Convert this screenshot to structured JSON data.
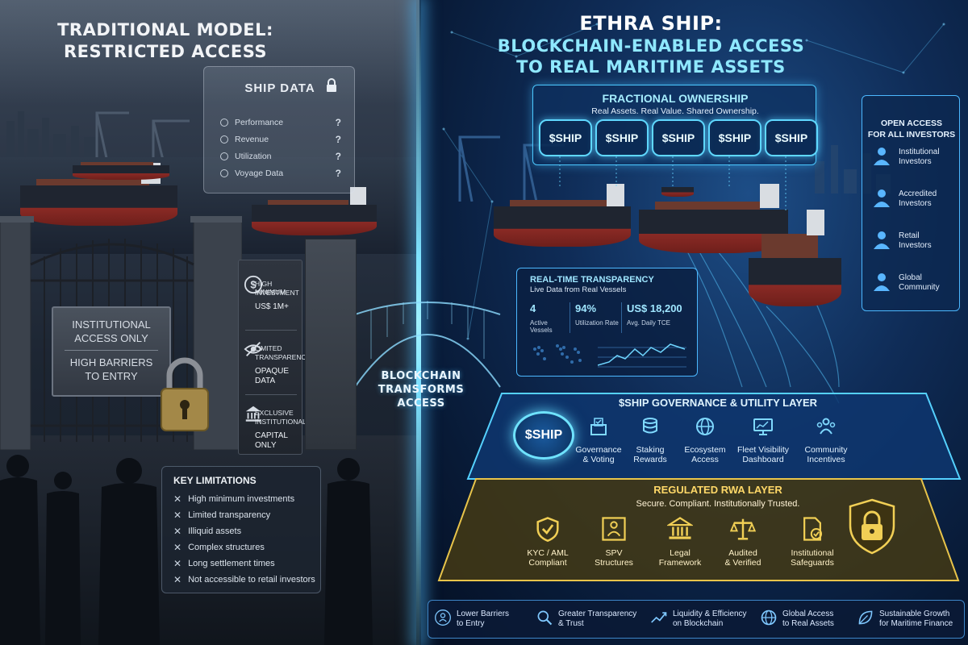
{
  "left": {
    "title_line1": "TRADITIONAL MODEL:",
    "title_line2": "RESTRICTED ACCESS",
    "ship_data": {
      "title": "SHIP DATA",
      "rows": [
        {
          "label": "Performance",
          "value": "?"
        },
        {
          "label": "Revenue",
          "value": "?"
        },
        {
          "label": "Utilization",
          "value": "?"
        },
        {
          "label": "Voyage Data",
          "value": "?"
        }
      ]
    },
    "gate_sign": {
      "line1": "INSTITUTIONAL",
      "line2": "ACCESS ONLY",
      "line3": "HIGH BARRIERS",
      "line4": "TO ENTRY"
    },
    "pillars": [
      {
        "line1": "HIGH MINIMUM",
        "line2": "INVESTMENT",
        "line3": "US$ 1M+",
        "icon": "dollar-icon"
      },
      {
        "line1": "LIMITED",
        "line2": "TRANSPARENCY",
        "line3": "OPAQUE DATA",
        "icon": "eye-slash-icon"
      },
      {
        "line1": "EXCLUSIVE",
        "line2": "INSTITUTIONAL",
        "line3": "CAPITAL ONLY",
        "icon": "bank-icon"
      }
    ],
    "limitations": {
      "title": "KEY LIMITATIONS",
      "items": [
        "High minimum investments",
        "Limited transparency",
        "Illiquid assets",
        "Complex structures",
        "Long settlement times",
        "Not accessible to retail investors"
      ]
    }
  },
  "center": {
    "line1": "BLOCKCHAIN",
    "line2": "TRANSFORMS",
    "line3": "ACCESS"
  },
  "right": {
    "title_line1": "ETHRA SHIP:",
    "title_line2": "BLOCKCHAIN-ENABLED ACCESS",
    "title_line3": "TO REAL MARITIME ASSETS",
    "fractional": {
      "title": "FRACTIONAL OWNERSHIP",
      "subtitle": "Real Assets. Real Value. Shared Ownership.",
      "tokens": [
        "$SHIP",
        "$SHIP",
        "$SHIP",
        "$SHIP",
        "$SHIP"
      ]
    },
    "open_access": {
      "title_line1": "OPEN ACCESS",
      "title_line2": "FOR ALL INVESTORS",
      "items": [
        {
          "line1": "Institutional",
          "line2": "Investors"
        },
        {
          "line1": "Accredited",
          "line2": "Investors"
        },
        {
          "line1": "Retail",
          "line2": "Investors"
        },
        {
          "line1": "Global",
          "line2": "Community"
        }
      ]
    },
    "transparency": {
      "title": "REAL-TIME TRANSPARENCY",
      "subtitle": "Live Data from Real Vessels",
      "stats": [
        {
          "value": "4",
          "label": "Active Vessels"
        },
        {
          "value": "94%",
          "label": "Utilization Rate"
        },
        {
          "value": "US$ 18,200",
          "label": "Avg. Daily TCE"
        }
      ]
    },
    "governance": {
      "title": "$SHIP GOVERNANCE & UTILITY LAYER",
      "token": "$SHIP",
      "items": [
        {
          "line1": "Governance",
          "line2": "& Voting",
          "icon": "ballot-box-icon"
        },
        {
          "line1": "Staking",
          "line2": "Rewards",
          "icon": "coin-stack-icon"
        },
        {
          "line1": "Ecosystem",
          "line2": "Access",
          "icon": "globe-icon"
        },
        {
          "line1": "Fleet Visibility",
          "line2": "Dashboard",
          "icon": "monitor-icon"
        },
        {
          "line1": "Community",
          "line2": "Incentives",
          "icon": "people-icon"
        }
      ]
    },
    "rwa": {
      "title": "REGULATED RWA LAYER",
      "subtitle": "Secure. Compliant. Institutionally Trusted.",
      "items": [
        {
          "line1": "KYC / AML",
          "line2": "Compliant",
          "icon": "shield-check-icon"
        },
        {
          "line1": "SPV",
          "line2": "Structures",
          "icon": "org-chart-icon"
        },
        {
          "line1": "Legal",
          "line2": "Framework",
          "icon": "courthouse-icon"
        },
        {
          "line1": "Audited",
          "line2": "& Verified",
          "icon": "scales-icon"
        },
        {
          "line1": "Institutional",
          "line2": "Safeguards",
          "icon": "document-check-icon"
        }
      ]
    },
    "benefits": [
      {
        "line1": "Lower Barriers",
        "line2": "to Entry",
        "icon": "person-up-icon"
      },
      {
        "line1": "Greater Transparency",
        "line2": "& Trust",
        "icon": "magnifier-icon"
      },
      {
        "line1": "Liquidity & Efficiency",
        "line2": "on Blockchain",
        "icon": "trend-icon"
      },
      {
        "line1": "Global Access",
        "line2": "to Real Assets",
        "icon": "globe-icon"
      },
      {
        "line1": "Sustainable Growth",
        "line2": "for Maritime Finance",
        "icon": "leaf-icon"
      }
    ]
  }
}
